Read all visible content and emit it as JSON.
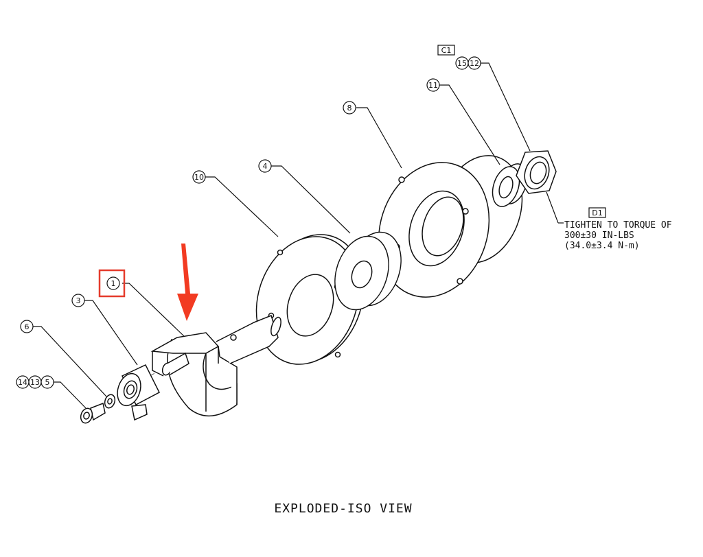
{
  "view_title": "EXPLODED-ISO VIEW",
  "note_lines": [
    "TIGHTEN TO TORQUE OF",
    "300±30 IN-LBS",
    "(34.0±3.4 N-m)"
  ],
  "flags": {
    "c1": "C1",
    "d1": "D1"
  },
  "balloons": {
    "b1": "1",
    "b3": "3",
    "b4": "4",
    "b5": "5",
    "b6": "6",
    "b8": "8",
    "b10": "10",
    "b11": "11",
    "b12": "12",
    "b13": "13",
    "b14": "14",
    "b15": "15"
  },
  "colors": {
    "highlight": "#e53b2c",
    "arrow": "#f23b22",
    "line": "#111111"
  },
  "icons": {
    "callout_arrow": "down-arrow-icon"
  }
}
